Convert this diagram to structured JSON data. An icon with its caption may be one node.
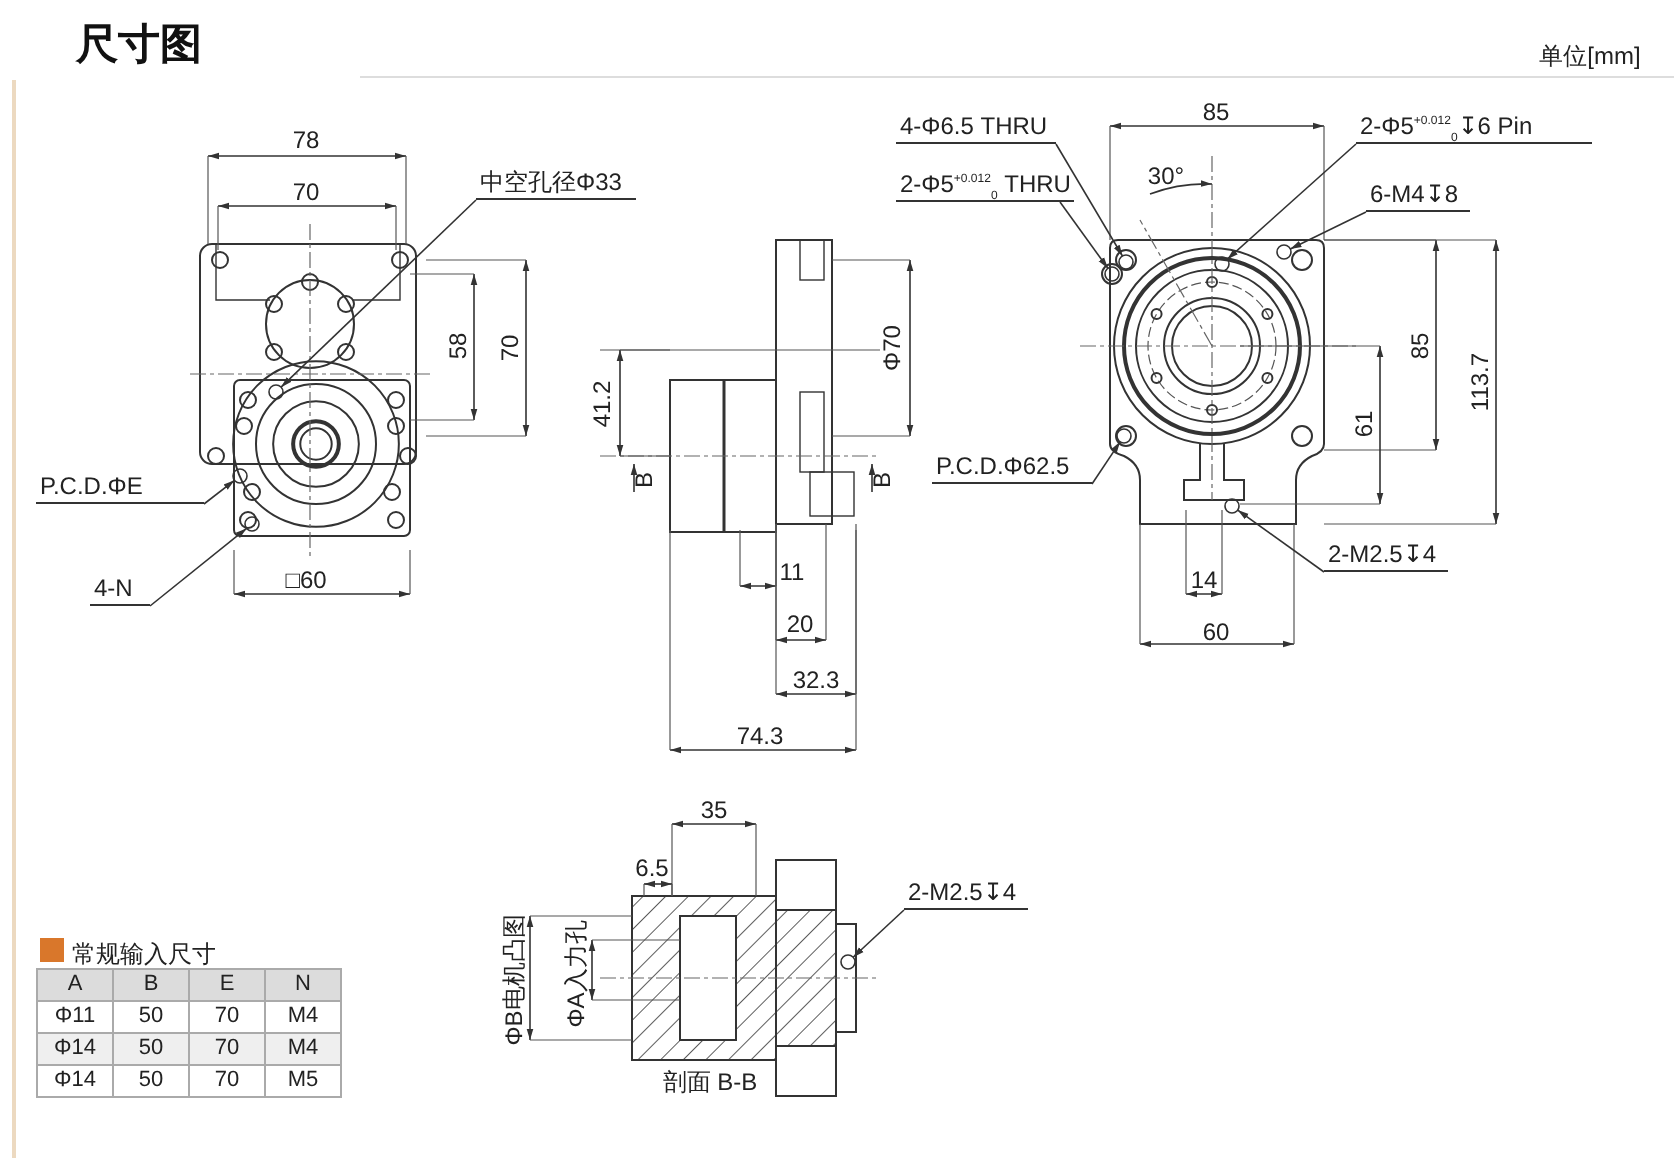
{
  "diagram": {
    "title": "尺寸图",
    "nodes": [
      {
        "text": [
          "中空孔径Φ33"
        ]
      },
      {
        "text": [
          "P.C.D.ΦE"
        ]
      },
      {
        "text": [
          "4-N"
        ]
      },
      {
        "text": [
          "4-Φ6.5 THRU"
        ]
      },
      {
        "text": [
          "2-Φ5$^{+0.012}$$_{0}$ THRU"
        ]
      },
      {
        "text": [
          "2-Φ5$^{+0.012}$$_{0}$↧6 Pin"
        ]
      },
      {
        "text": [
          "6-M4↧8"
        ]
      },
      {
        "text": [
          "P.C.D.Φ62.5"
        ]
      },
      {
        "text": [
          "2-M2.5↧4"
        ]
      },
      {
        "text": [
          "2-M2.5↧4"
        ]
      },
      {
        "text": [],
        "shape": "circle"
      },
      {
        "text": [],
        "shape": "circle"
      },
      {
        "text": [],
        "shape": "circle"
      },
      {
        "text": [],
        "shape": "circle"
      },
      {
        "text": [],
        "shape": "circle"
      },
      {
        "text": [],
        "shape": "circle"
      },
      {
        "text": [],
        "shape": "circle"
      },
      {
        "text": [],
        "shape": "circle"
      },
      {
        "text": [],
        "shape": "circle"
      },
      {
        "text": [],
        "shape": "circle"
      }
    ],
    "edges": [
      {
        "from": 0,
        "to": 10,
        "arrow": "to"
      },
      {
        "from": 1,
        "to": 11,
        "arrow": "to"
      },
      {
        "from": 2,
        "to": 12,
        "arrow": "to"
      },
      {
        "from": 3,
        "to": 13,
        "arrow": "to"
      },
      {
        "from": 4,
        "to": 14,
        "arrow": "to"
      },
      {
        "from": 5,
        "to": 15,
        "arrow": "to"
      },
      {
        "from": 6,
        "to": 16,
        "arrow": "to"
      },
      {
        "from": 7,
        "to": 17,
        "arrow": "to"
      },
      {
        "from": 8,
        "to": 18,
        "arrow": "to"
      },
      {
        "from": 9,
        "to": 19,
        "arrow": "to"
      }
    ],
    "labels": [
      "单位[mm]",
      "78",
      "70",
      "58",
      "70",
      "□60",
      "41.2",
      "Φ70",
      "B",
      "B",
      "11",
      "20",
      "32.3",
      "74.3",
      "85",
      "30°",
      "85",
      "61",
      "113.7",
      "14",
      "60",
      "35",
      "6.5",
      "ΦB电机凸图",
      "ΦA入力孔",
      "剖面 B-B",
      "常规输入尺寸",
      "A",
      "B",
      "E",
      "N",
      "Φ11",
      "50",
      "70",
      "M4",
      "Φ14",
      "50",
      "70",
      "M4",
      "Φ14",
      "50",
      "70",
      "M5"
    ]
  }
}
